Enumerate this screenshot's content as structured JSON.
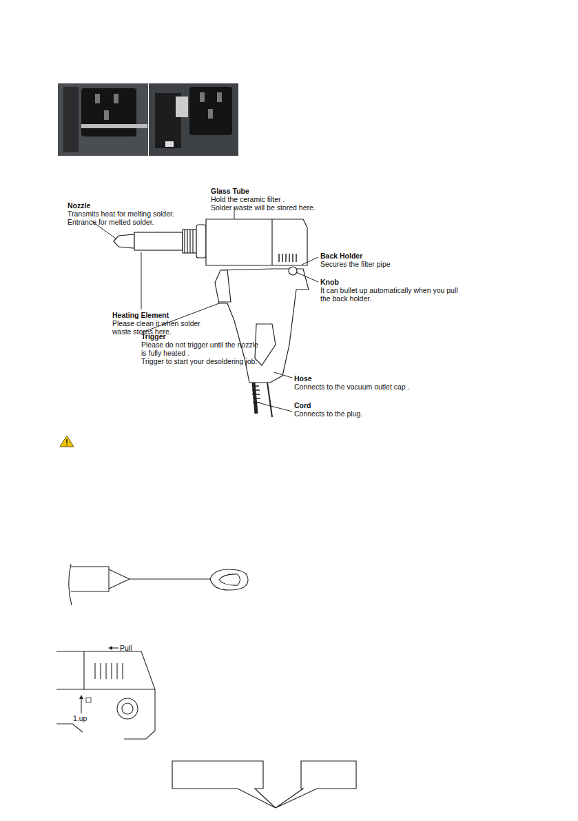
{
  "diagram": {
    "labels": [
      "Nozzle",
      "Transmits heat for melting solder.",
      "Entrance for melted solder.",
      "Glass Tube",
      "Hold the ceramic filter .",
      "Solder waste will be stored here.",
      "Back Holder",
      "Secures the filter pipe",
      "Knob",
      "It can bullet up automatically when you pull the back holder.",
      "Heating Element",
      "Please clean it when solder waste stores here.",
      "Trigger",
      "Please do not trigger until the nozzle is fully heated .",
      "Trigger to start your desoldering job.",
      "Hose",
      "Connects to the vacuum outlet cap .",
      "Cord",
      "Connects to the plug.",
      "Pull",
      "1.up"
    ]
  }
}
